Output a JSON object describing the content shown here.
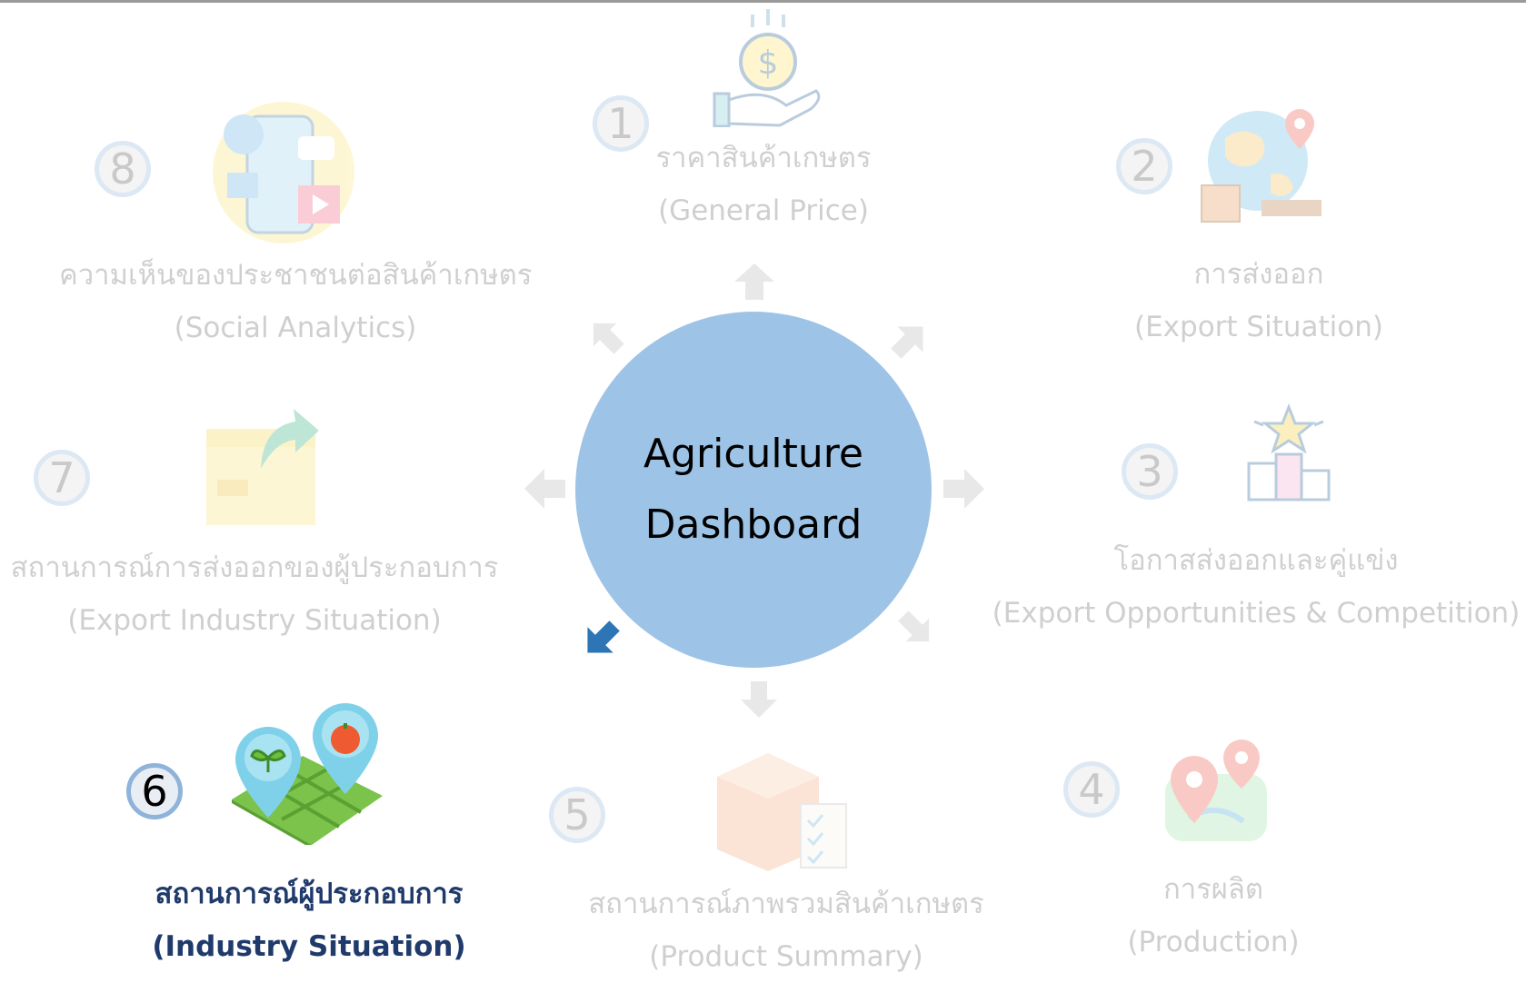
{
  "center": {
    "line1": "Agriculture",
    "line2": "Dashboard"
  },
  "modules": [
    {
      "number": "1",
      "thai": "ราคาสินค้าเกษตร",
      "english": "(General Price)",
      "icon": "money-hand-icon",
      "active": false
    },
    {
      "number": "2",
      "thai": "การส่งออก",
      "english": "(Export Situation)",
      "icon": "globe-export-icon",
      "active": false
    },
    {
      "number": "3",
      "thai": "โอกาสส่งออกและคู่แข่ง",
      "english": "(Export Opportunities & Competition)",
      "icon": "podium-star-icon",
      "active": false
    },
    {
      "number": "4",
      "thai": "การผลิต",
      "english": "(Production)",
      "icon": "map-pin-icon",
      "active": false
    },
    {
      "number": "5",
      "thai": "สถานการณ์ภาพรวมสินค้าเกษตร",
      "english": "(Product Summary)",
      "icon": "box-checklist-icon",
      "active": false
    },
    {
      "number": "6",
      "thai": "สถานการณ์ผู้ประกอบการ",
      "english": "(Industry Situation)",
      "icon": "farm-location-icon",
      "active": true
    },
    {
      "number": "7",
      "thai": "สถานการณ์การส่งออกของผู้ประกอบการ",
      "english": "(Export Industry Situation)",
      "icon": "export-box-icon",
      "active": false
    },
    {
      "number": "8",
      "thai": "ความเห็นของประชาชนต่อสินค้าเกษตร",
      "english": "(Social Analytics)",
      "icon": "social-media-icon",
      "active": false
    }
  ],
  "colors": {
    "center_fill": "#9dc3e6",
    "active_text": "#1f3a6b",
    "inactive_text": "#cfcfcf",
    "active_arrow": "#2e75b6",
    "inactive_arrow": "#e6e6e6"
  }
}
